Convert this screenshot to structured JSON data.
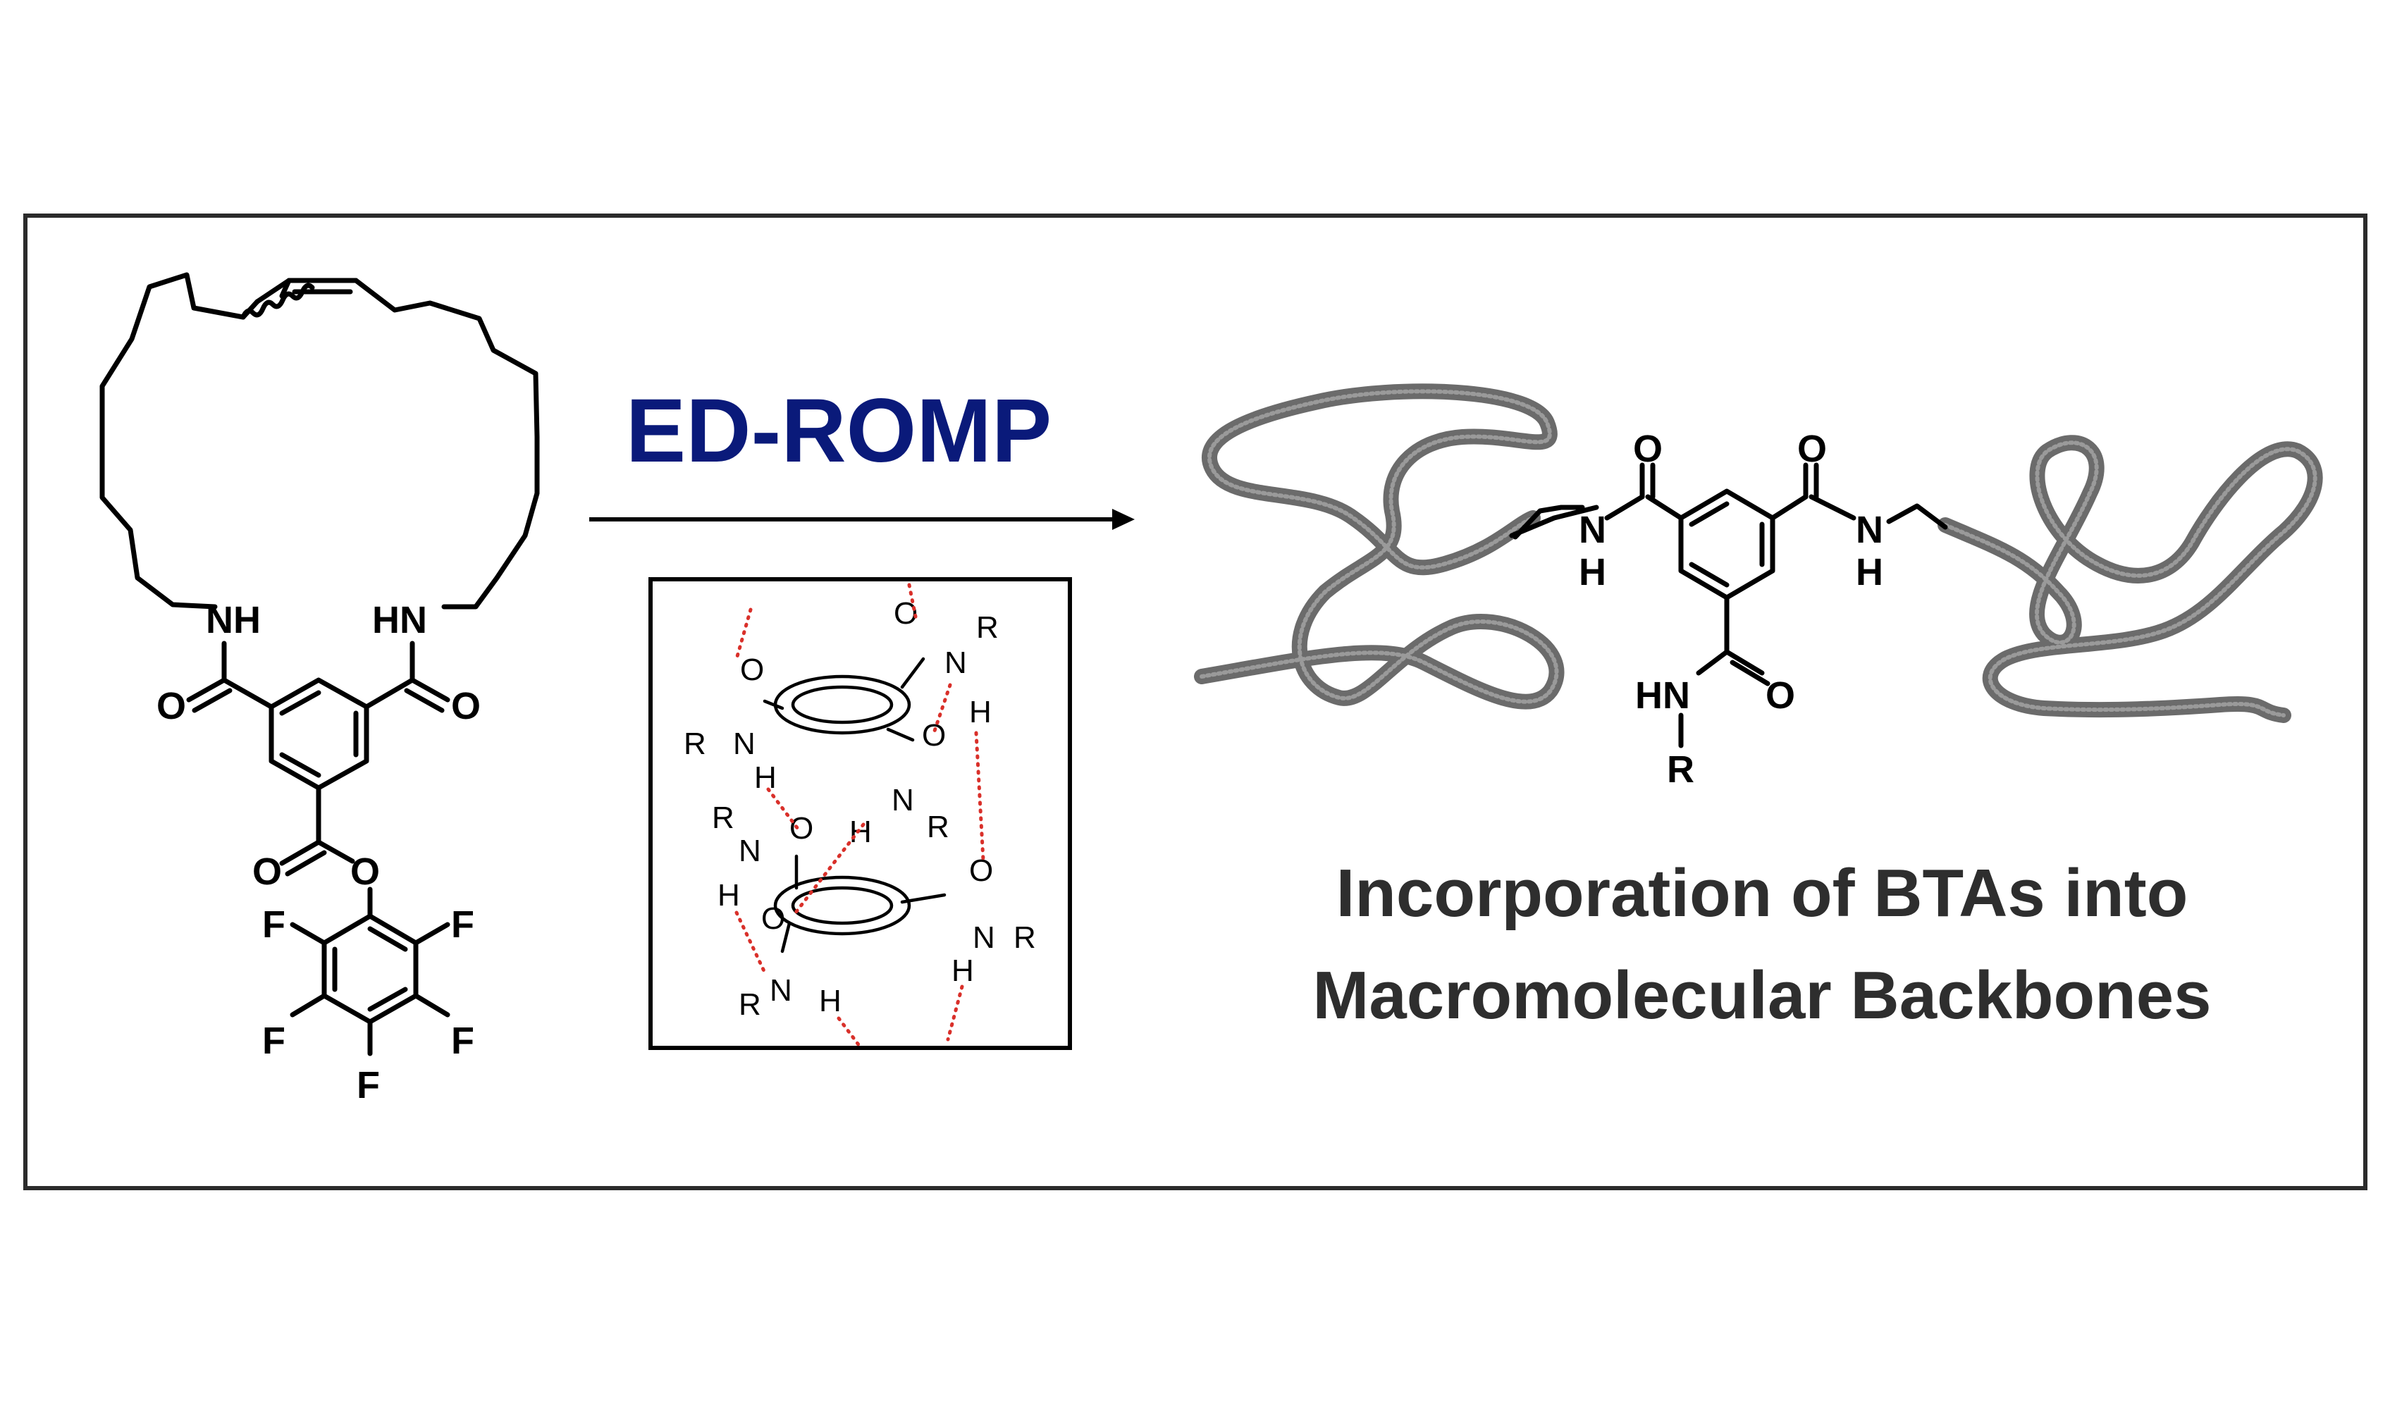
{
  "reaction": {
    "label": "ED-ROMP",
    "label_color": "#0a1a7a"
  },
  "caption": {
    "line1": "Incorporation of BTAs into",
    "line2": "Macromolecular Backbones",
    "color": "#2e2e2e"
  },
  "atoms": {
    "nh": "NH",
    "hn": "HN",
    "h": "H",
    "n": "N",
    "o": "O",
    "f": "F",
    "r": "R"
  },
  "colors": {
    "frame": "#2b2b2b",
    "hbond": "#d9302a",
    "polymer_chain": "#6b6b6b"
  }
}
